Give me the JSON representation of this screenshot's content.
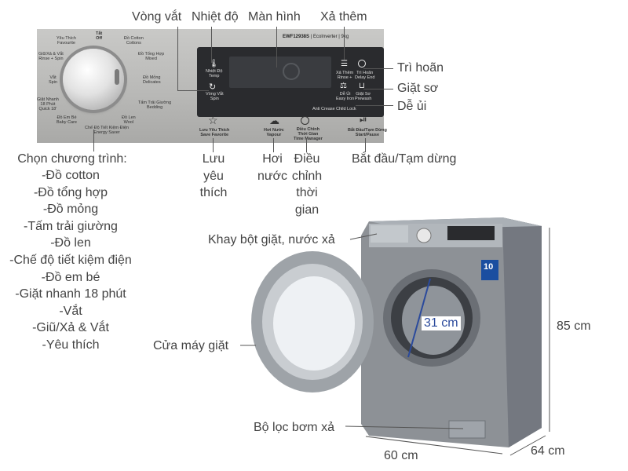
{
  "panel": {
    "model": "EWF12938S",
    "inverter": "EcoInverter",
    "capacity": "9kg",
    "knob_labels": {
      "off": "Tắt\nOff",
      "favorite": "Yêu Thích\nFavourite",
      "rinse_spin": "Giũ/Xả & Vắt\nRinse + Spin",
      "spin": "Vắt\nSpin",
      "quick18": "Giặt Nhanh\n18 Phút\nQuick 18'",
      "baby": "Đồ Em Bé\nBaby Care",
      "energy": "Chế Độ Tiết Kiệm Điện\nEnergy Saver",
      "cotton": "Đồ Cotton\nCottons",
      "mixed": "Đồ Tổng Hợp\nMixed",
      "delicates": "Đồ Mỏng\nDelicates",
      "bedding": "Tấm Trải Giường\nBedding",
      "wool": "Đồ Len\nWool"
    },
    "lcd_labels": {
      "temp": "Nhiệt Độ\nTemp",
      "spin": "Vòng Vắt\nSpin",
      "rinse_plus": "Xả Thêm\nRinse +",
      "delay": "Trì Hoãn\nDelay End",
      "easy_iron": "Dễ Ủi\nEasy Iron",
      "prewash": "Giặt Sơ\nPrewash",
      "anti_crease": "Anti Crease",
      "child_lock": "Child Lock"
    },
    "buttons": {
      "save_favorite": "Lưu Yêu Thích\nSave Favorite",
      "vapour": "Hơi Nước\nVapour",
      "time_manager": "Điều Chỉnh\nThời Gian\nTime Manager",
      "start_pause": "Bắt Đầu/Tạm Dừng\nStart/Pause"
    }
  },
  "callouts": {
    "spin": "Vòng vắt",
    "temp": "Nhiệt độ",
    "display": "Màn hình",
    "extra_rinse": "Xả thêm",
    "delay": "Trì hoãn",
    "prewash": "Giặt sơ",
    "easy_iron": "Dễ ủi",
    "start_pause": "Bắt đầu/Tạm dừng",
    "save_favorite": "Lưu\nyêu\nthích",
    "steam": "Hơi\nnước",
    "time_adjust": "Điều\nchỉnh\nthời\ngian"
  },
  "programs": {
    "title": "Chọn chương trình:",
    "items": [
      "-Đồ cotton",
      "-Đồ tổng hợp",
      "-Đồ mỏng",
      "-Tấm trải giường",
      "-Đồ len",
      "-Chế độ tiết kiệm điện",
      "-Đồ em bé",
      "-Giặt nhanh 18 phút",
      "-Vắt",
      "-Giũ/Xả & Vắt",
      "-Yêu thích"
    ]
  },
  "machine": {
    "detergent_drawer": "Khay bột giặt, nước xả",
    "door": "Cửa máy giặt",
    "drain_filter": "Bộ lọc bơm xả",
    "door_diameter": "31 cm",
    "height": "85 cm",
    "width": "60 cm",
    "depth": "64 cm",
    "badge": "10"
  },
  "colors": {
    "panel": "#bcbcba",
    "lcd": "#2a2b2e",
    "machine_body": "#8d9196",
    "door_diameter_text": "#2b4a9c"
  }
}
